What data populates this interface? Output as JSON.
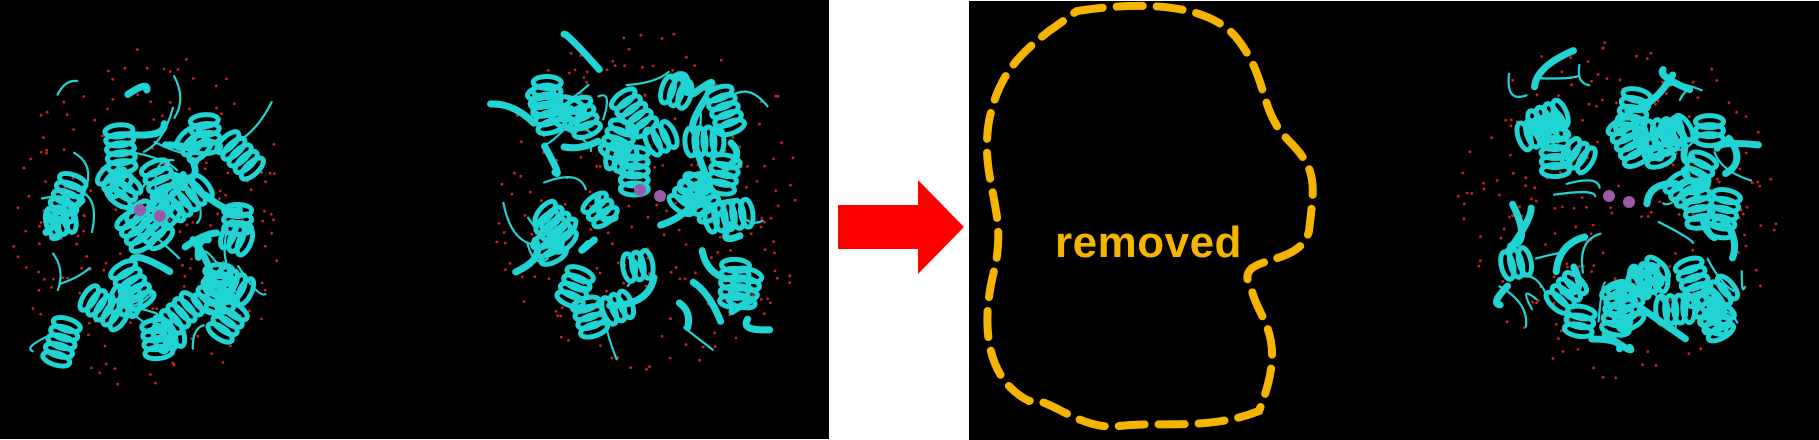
{
  "panels": {
    "left": {
      "background": "#000000",
      "protein_count": 2
    },
    "right": {
      "background": "#000000",
      "protein_count": 1
    }
  },
  "arrow": {
    "color": "#ff0000",
    "icon": "right-arrow-icon"
  },
  "removed_region": {
    "label": "removed",
    "outline_color": "#f4b400",
    "outline_style": "dashed"
  },
  "protein": {
    "ribbon_color": "#22d3d3",
    "water_color": "#cc2222",
    "ion_color": "#9a5aa8"
  }
}
